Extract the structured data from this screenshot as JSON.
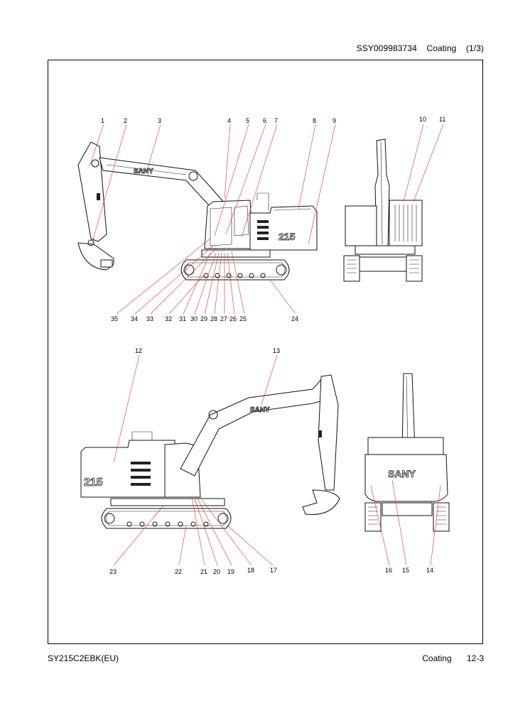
{
  "header": {
    "doc_code": "SSY009983734",
    "section": "Coating",
    "page_ratio": "(1/3)"
  },
  "footer": {
    "model": "SY215C2EBK(EU)",
    "section": "Coating",
    "page_number": "12-3"
  },
  "drawing": {
    "brand_logo": "SANY",
    "model_badge": "215",
    "callouts_top": [
      "1",
      "2",
      "3",
      "4",
      "5",
      "6",
      "7",
      "8",
      "9",
      "10",
      "11"
    ],
    "callouts_mid_left": [
      "35",
      "34",
      "33",
      "32",
      "31",
      "30",
      "29",
      "28",
      "27",
      "26",
      "25",
      "24"
    ],
    "callouts_bottom_top": [
      "12",
      "13"
    ],
    "callouts_bottom": [
      "23",
      "22",
      "21",
      "20",
      "19",
      "18",
      "17",
      "16",
      "15",
      "14"
    ]
  }
}
